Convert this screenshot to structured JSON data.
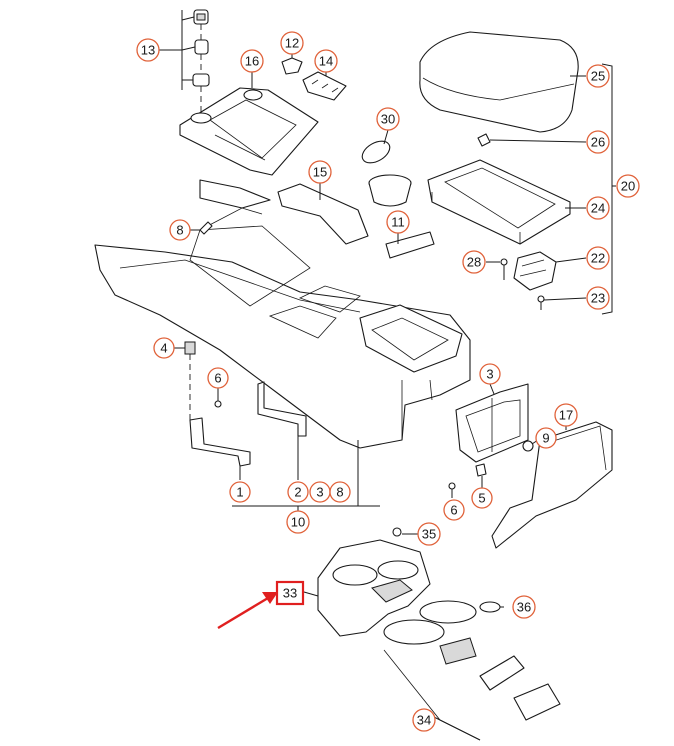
{
  "colors": {
    "callout_ring": "#e0623a",
    "highlight": "#e01f1f",
    "line": "#1a1a1a"
  },
  "callouts": {
    "c1": "1",
    "c2": "2",
    "c3": "3",
    "c3b": "3",
    "c4": "4",
    "c5": "5",
    "c6": "6",
    "c6b": "6",
    "c8": "8",
    "c8b": "8",
    "c9": "9",
    "c10": "10",
    "c11": "11",
    "c12": "12",
    "c13": "13",
    "c14": "14",
    "c15": "15",
    "c16": "16",
    "c17": "17",
    "c20": "20",
    "c22": "22",
    "c23": "23",
    "c24": "24",
    "c25": "25",
    "c26": "26",
    "c28": "28",
    "c30": "30",
    "c33": "33",
    "c34": "34",
    "c35": "35",
    "c36": "36"
  },
  "highlighted_part": "33",
  "icons": {
    "pointer": "red-arrow-icon"
  }
}
